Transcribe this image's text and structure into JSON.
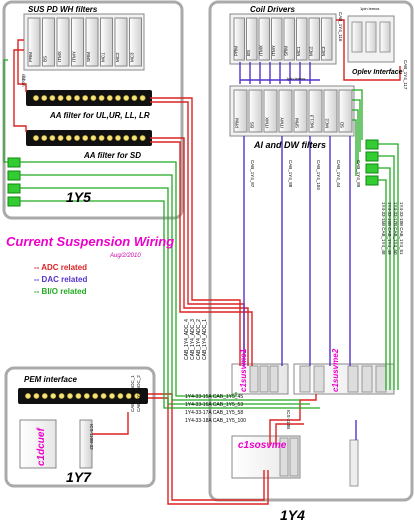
{
  "racks": {
    "r1y5": "1Y5",
    "r1y7": "1Y7",
    "r1y4": "1Y4"
  },
  "panels": {
    "sus_pd": "SUS PD WH filters",
    "aa_ul": "AA filter for UL,UR, LL, LR",
    "aa_sd": "AA filter for SD",
    "pem": "PEM interface",
    "coil": "Coil Drivers",
    "oplev": "Oplev\nInterface",
    "ai_dw": "AI and DW filters"
  },
  "sus_pd_labels": [
    "PRM",
    "BS",
    "ITMX",
    "ITMY",
    "SRM",
    "MC1",
    "MC2",
    "MC3"
  ],
  "coil_labels": [
    "PRM",
    "BS",
    "ITMX",
    "ITMY",
    "SRM",
    "MC1",
    "MC2",
    "MC3"
  ],
  "ai_labels": [
    "PRM",
    "BS",
    "ITMX",
    "ITMY",
    "SRM",
    "MC1,3",
    "MC2",
    "SD"
  ],
  "legend": {
    "title": "Current Suspension Wiring",
    "date": "Aug/2/2010",
    "adc": "-- ADC related",
    "dac": "-- DAC related",
    "bio": "-- BI/O related",
    "colors": {
      "adc": "#dd2222",
      "dac": "#5533cc",
      "bio": "#22aa22",
      "title": "#ee00cc"
    }
  },
  "machines": {
    "c1dcuef": "c1dcuef",
    "c1susvme1": "c1susvme1",
    "c1susvme2": "c1susvme2",
    "c1sosvme": "c1sosvme"
  },
  "small_labels": {
    "ribbon": "ribbon",
    "latches1": "1pin lemos",
    "latches2": "1pin lemos",
    "ics110b_a": "ICS-110B-32",
    "ics110b_b": "ICS-110B"
  },
  "cable_labels": {
    "adc_1": "CAB_1Y4_ADC_1",
    "adc_2": "CAB_1Y4_ADC_2",
    "adc_3": "CAB_1Y4_ADC_3",
    "adc_4": "CAB_1Y4_ADC_4",
    "pem_1": "CAB_1Y7_ADC_1",
    "pem_2": "CAB_1Y7_ADC_2",
    "b45": "1Y4-33-15A CAB_1Y5_45",
    "b53": "1Y4-33-16A CAB_1Y5_53",
    "b58": "1Y4-33-17A CAB_1Y5_58",
    "b100": "1Y4-33-18A CAB_1Y5_100",
    "c87": "CAB_1Y4_87",
    "c88": "CAB_1Y4_88",
    "c104": "CAB_1Y4_104",
    "c44": "CAB_1Y4_44",
    "c89": "CAB_1Y4_89",
    "c116": "CAB_1Y4_116",
    "c117": "CAB_1Y4_117",
    "r1": "1Y4-33-15B CAB_1Y4_48",
    "r2": "1Y4-33-16B CAB_1Y4_49",
    "r3": "1Y4-33-17B CAB_1Y4_50",
    "r4": "1Y4-33-18B CAB_1Y4_51"
  }
}
